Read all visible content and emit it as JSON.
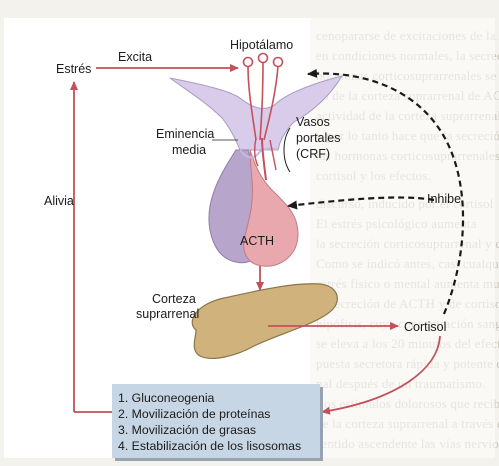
{
  "labels": {
    "estres": "Estrés",
    "excita": "Excita",
    "hipotalamo": "Hipotálamo",
    "eminencia": "Eminencia",
    "media": "media",
    "vasos": "Vasos",
    "portales": "portales",
    "crf": "(CRF)",
    "alivia": "Alivia",
    "inhibe": "Inhibe",
    "acth": "ACTH",
    "corteza": "Corteza",
    "suprarrenal": "suprarrenal",
    "cortisol": "Cortisol"
  },
  "results": [
    "1. Gluconeogenia",
    "2. Movilización de proteínas",
    "3. Movilización de grasas",
    "4. Estabilización de los lisosomas"
  ],
  "colors": {
    "arrow": "#c4505a",
    "feedback": "#1a1a1a",
    "hypothalamus": "#d9ccea",
    "pituitary_anterior": "#e8a8ae",
    "pituitary_posterior": "#b7a5cc",
    "adrenal": "#cfb27c",
    "box": "#c7d6e4"
  }
}
